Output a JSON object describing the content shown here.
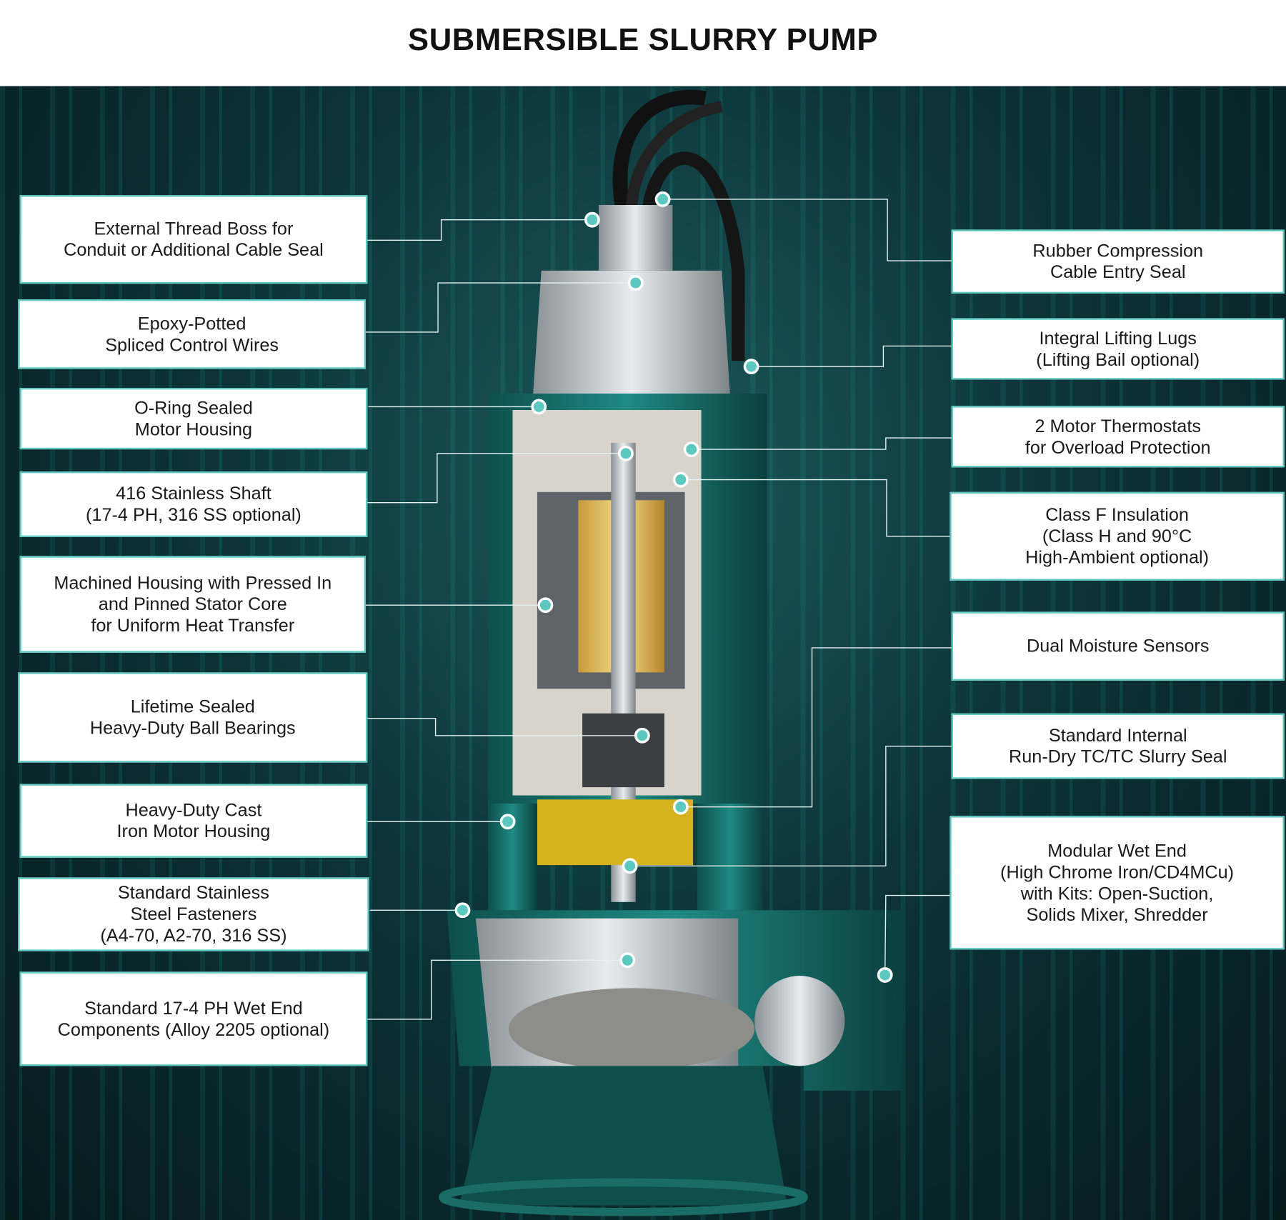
{
  "title": "SUBMERSIBLE SLURRY PUMP",
  "colors": {
    "accent": "#5cc8c0",
    "housing": "#1b7d78",
    "background": "#0c3438"
  },
  "left_labels": [
    {
      "lines": [
        "External Thread Boss for",
        "Conduit or Additional Cable Seal"
      ]
    },
    {
      "lines": [
        "Epoxy-Potted",
        "Spliced Control Wires"
      ]
    },
    {
      "lines": [
        "O-Ring Sealed",
        "Motor Housing"
      ]
    },
    {
      "lines": [
        "416 Stainless Shaft",
        "(17-4 PH, 316 SS optional)"
      ]
    },
    {
      "lines": [
        "Machined Housing with Pressed In",
        "and Pinned Stator Core",
        "for Uniform Heat Transfer"
      ]
    },
    {
      "lines": [
        "Lifetime Sealed",
        "Heavy-Duty Ball Bearings"
      ]
    },
    {
      "lines": [
        "Heavy-Duty Cast",
        "Iron Motor Housing"
      ]
    },
    {
      "lines": [
        "Standard Stainless",
        "Steel Fasteners",
        "(A4-70, A2-70, 316 SS)"
      ]
    },
    {
      "lines": [
        "Standard 17-4 PH Wet End",
        "Components (Alloy 2205 optional)"
      ]
    }
  ],
  "right_labels": [
    {
      "lines": [
        "Rubber Compression",
        "Cable Entry Seal"
      ]
    },
    {
      "lines": [
        "Integral Lifting Lugs",
        "(Lifting Bail optional)"
      ]
    },
    {
      "lines": [
        "2 Motor Thermostats",
        "for Overload Protection"
      ]
    },
    {
      "lines": [
        "Class F Insulation",
        "(Class H and 90°C",
        "High-Ambient optional)"
      ]
    },
    {
      "lines": [
        "Dual Moisture Sensors"
      ]
    },
    {
      "lines": [
        "Standard Internal",
        "Run-Dry TC/TC Slurry Seal"
      ]
    },
    {
      "lines": [
        "Modular Wet End",
        "(High Chrome Iron/CD4MCu)",
        "with Kits: Open-Suction,",
        "Solids Mixer, Shredder"
      ]
    }
  ]
}
